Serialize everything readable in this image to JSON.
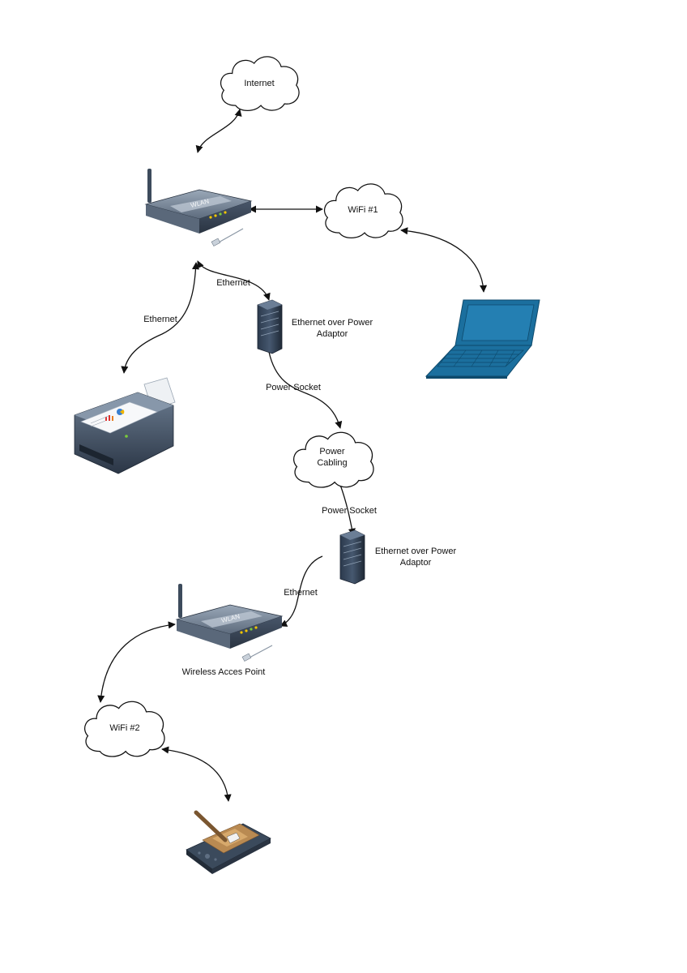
{
  "clouds": {
    "internet": "Internet",
    "wifi1": "WiFi #1",
    "power_line1": "Power",
    "power_line2": "Cabling",
    "wifi2": "WiFi #2"
  },
  "labels": {
    "ethernet_router_adaptor": "Ethernet",
    "ethernet_router_printer": "Ethernet",
    "adaptor1_line1": "Ethernet over Power",
    "adaptor1_line2": "Adaptor",
    "power_socket1": "Power Socket",
    "power_socket2": "Power Socket",
    "adaptor2_line1": "Ethernet over Power",
    "adaptor2_line2": "Adaptor",
    "ethernet_adaptor_ap": "Ethernet",
    "access_point": "Wireless Acces Point"
  },
  "device_text": {
    "router_badge": "WLAN",
    "ap_badge": "WLAN"
  },
  "icons": [
    "cloud-icon",
    "wlan-router-icon",
    "laptop-icon",
    "server-adaptor-icon",
    "printer-icon",
    "pda-icon"
  ],
  "colors": {
    "line": "#111111",
    "laptop": "#1b6f9e",
    "device_dark": "#3b4a5c",
    "device_light": "#8a9aae",
    "cloud_fill": "#ffffff"
  }
}
